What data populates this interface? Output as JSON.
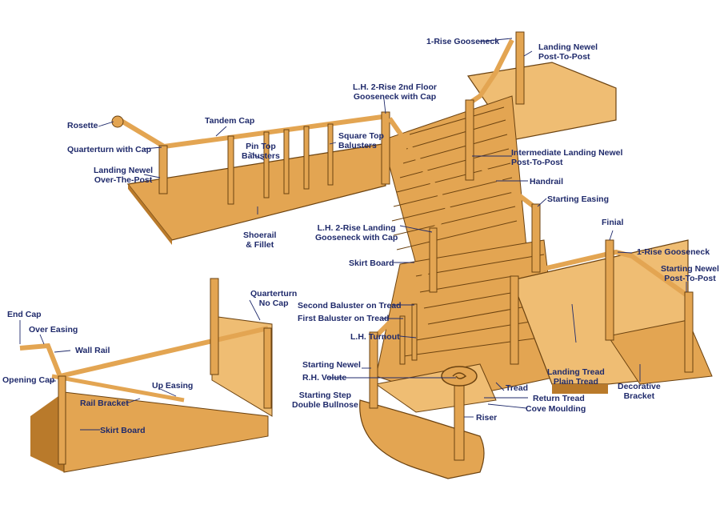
{
  "colors": {
    "wood": "#e3a552",
    "wood_light": "#efbd73",
    "wood_dark": "#b97a2b",
    "outline": "#6b4210",
    "label": "#1f2a6b",
    "leader": "#1f2a6b"
  },
  "labels": {
    "one_rise_gooseneck_top": "1-Rise Gooseneck",
    "landing_newel_post_to_post": [
      "Landing Newel",
      "Post-To-Post"
    ],
    "lh_2rise_2nd_floor_gooseneck": [
      "L.H. 2-Rise 2nd Floor",
      "Gooseneck with Cap"
    ],
    "rosette": "Rosette",
    "tandem_cap": "Tandem Cap",
    "quarterturn_with_cap": "Quarterturn with Cap",
    "pin_top_balusters": [
      "Pin Top",
      "Balusters"
    ],
    "square_top_balusters": [
      "Square Top",
      "Balusters"
    ],
    "landing_newel_over_the_post": [
      "Landing Newel",
      "Over-The-Post"
    ],
    "intermediate_landing_newel": [
      "Intermediate Landing Newel",
      "Post-To-Post"
    ],
    "handrail": "Handrail",
    "starting_easing": "Starting Easing",
    "shoerail_fillet": [
      "Shoerail",
      "& Fillet"
    ],
    "lh_2rise_landing_gooseneck": [
      "L.H. 2-Rise Landing",
      "Gooseneck with Cap"
    ],
    "finial": "Finial",
    "one_rise_gooseneck_right": "1-Rise Gooseneck",
    "skirt_board_main": "Skirt Board",
    "starting_newel_post_to_post": [
      "Starting Newel",
      "Post-To-Post"
    ],
    "quarterturn_no_cap": [
      "Quarterturn",
      "No Cap"
    ],
    "second_baluster_on_tread": "Second Baluster on Tread",
    "first_baluster_on_tread": "First Baluster on Tread",
    "end_cap": "End Cap",
    "over_easing": "Over Easing",
    "lh_turnout": "L.H. Turnout",
    "wall_rail": "Wall Rail",
    "starting_newel": "Starting Newel",
    "rh_volute": "R.H. Volute",
    "opening_cap": "Opening Cap",
    "landing_tread_plain_tread": [
      "Landing Tread",
      "Plain Tread"
    ],
    "decorative_bracket": [
      "Decorative",
      "Bracket"
    ],
    "up_easing": "Up Easing",
    "tread": "Tread",
    "rail_bracket": "Rail Bracket",
    "starting_step_double_bullnose": [
      "Starting Step",
      "Double Bullnose"
    ],
    "return_tread": "Return Tread",
    "cove_moulding": "Cove Moulding",
    "skirt_board_inset": "Skirt Board",
    "riser": "Riser"
  }
}
